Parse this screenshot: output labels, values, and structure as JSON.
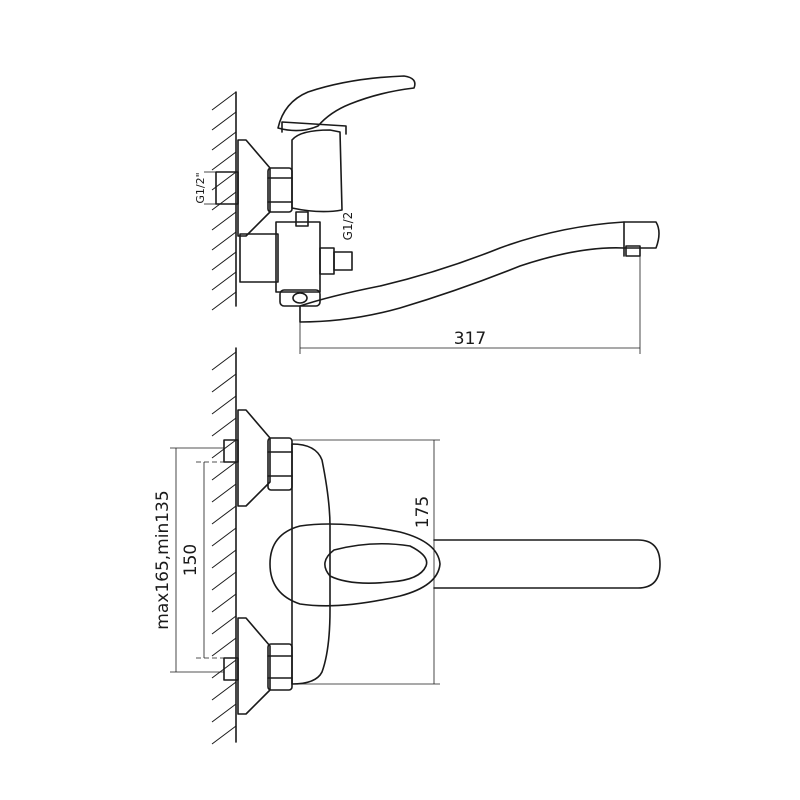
{
  "dimensions": {
    "spout_length": "317",
    "outlet_height": "175",
    "inlet_spacing": "150",
    "eccentric_range": "max165,min135",
    "thread_wall": "G1/2\"",
    "thread_side": "G1/2"
  },
  "colors": {
    "line": "#1a1a1a",
    "background": "#ffffff"
  }
}
